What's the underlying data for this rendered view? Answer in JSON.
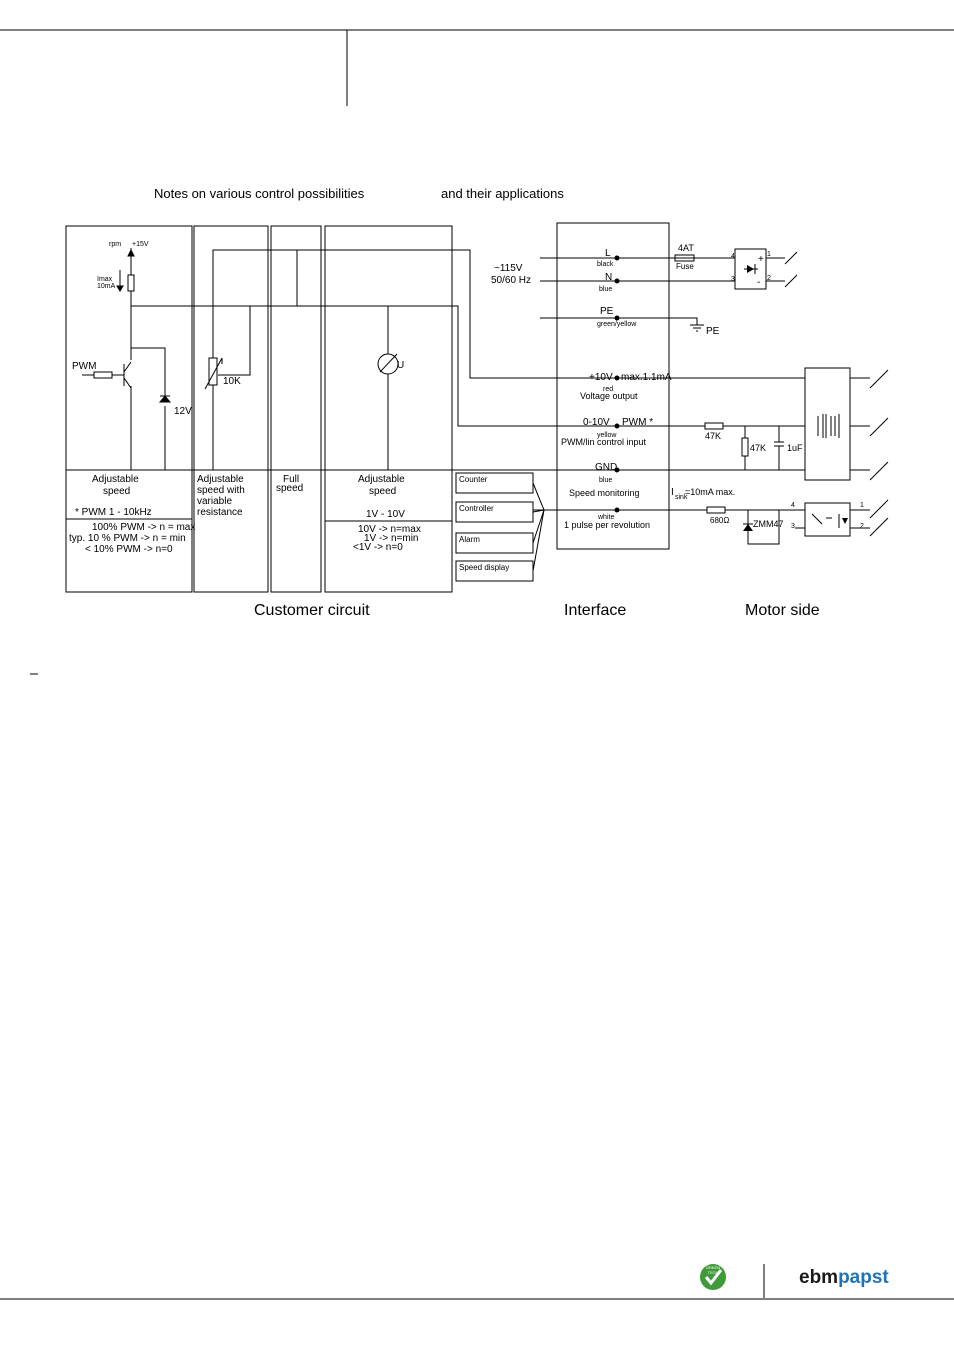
{
  "title_left": "Notes on various control possibilities",
  "title_right": "and their applications",
  "sections": {
    "customer": "Customer circuit",
    "interface": "Interface",
    "motor": "Motor side"
  },
  "col1": {
    "rpm": "rpm",
    "v15": "+15V",
    "imax": "Imax",
    "imax2": "10mA",
    "pwm": "PWM",
    "v12": "12V",
    "adj1": "Adjustable",
    "adj2": "speed",
    "pwm_freq": "* PWM 1 - 10kHz",
    "l1": "100% PWM -> n = max",
    "l2": "typ. 10 % PWM -> n = min",
    "l3": "< 10% PWM -> n=0"
  },
  "col2": {
    "pot": "10K",
    "d1": "Adjustable",
    "d2": "speed  with",
    "d3": "variable",
    "d4": "resistance"
  },
  "col3": {
    "d1": "Full",
    "d2": "speed"
  },
  "col4": {
    "u": "U",
    "adj1": "Adjustable",
    "adj2": "speed",
    "range": "1V - 10V",
    "l1": "10V -> n=max",
    "l2": "1V  -> n=min",
    "l3": "<1V -> n=0"
  },
  "apps": [
    "Counter",
    "Controller",
    "Alarm",
    "Speed display"
  ],
  "supply": {
    "v": "~115V",
    "hz": "50/60 Hz"
  },
  "interface": {
    "L": "L",
    "L_c": "black",
    "N": "N",
    "N_c": "blue",
    "PE": "PE",
    "PE_c": "green/yellow",
    "v10": "+10V",
    "v10_max": "max.1.1mA",
    "v10_c": "red",
    "v10_d": "Voltage output",
    "ctrl": "0-10V",
    "ctrl_pwm": "PWM *",
    "ctrl_c": "yellow",
    "ctrl_d": "PWM/lin control input",
    "gnd": "GND",
    "gnd_c": "blue",
    "gnd_d": "Speed monitoring",
    "tacho_c": "white",
    "tacho_d": "1 pulse per revolution"
  },
  "motor": {
    "fuse_v": "4AT",
    "fuse": "Fuse",
    "pe": "PE",
    "r1": "47K",
    "r2": "47K",
    "cap": "1uF",
    "isink": "I",
    "isink_sub": "sink",
    "isink_t": "=10mA max.",
    "r3": "680Ω",
    "zener": "ZMM47",
    "p4": "4",
    "p1": "1",
    "p3": "3",
    "p2": "2",
    "o4": "4",
    "o1": "1",
    "o3": "3",
    "o2": "2"
  },
  "footer": {
    "badge1": "GREEN",
    "badge2": "TECH",
    "brand1": "ebm",
    "brand2": "papst"
  },
  "colors": {
    "brand_blue": "#1f74b8",
    "badge_green": "#3f9a3a"
  }
}
